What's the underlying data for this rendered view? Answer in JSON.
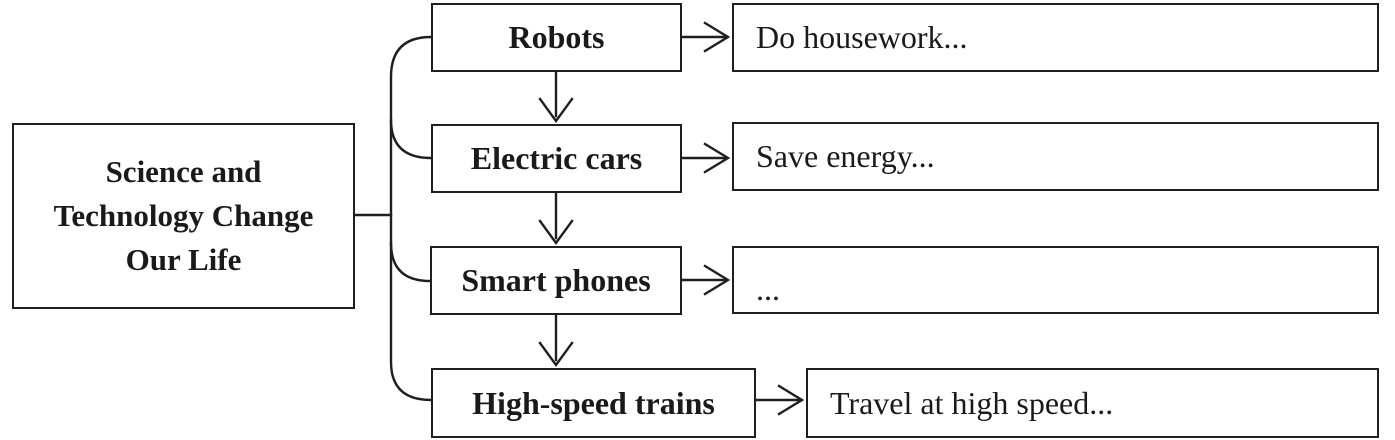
{
  "diagram": {
    "title_box": {
      "lines": [
        "Science and",
        "Technology Change",
        "Our Life"
      ]
    },
    "branches": [
      {
        "label": "Robots",
        "detail": "Do housework..."
      },
      {
        "label": "Electric cars",
        "detail": "Save energy..."
      },
      {
        "label": "Smart phones",
        "detail": "..."
      },
      {
        "label": "High-speed trains",
        "detail": "Travel at high speed..."
      }
    ],
    "colors": {
      "line": "#1f1f1f",
      "background": "#ffffff",
      "text": "#1a1a1a"
    }
  }
}
